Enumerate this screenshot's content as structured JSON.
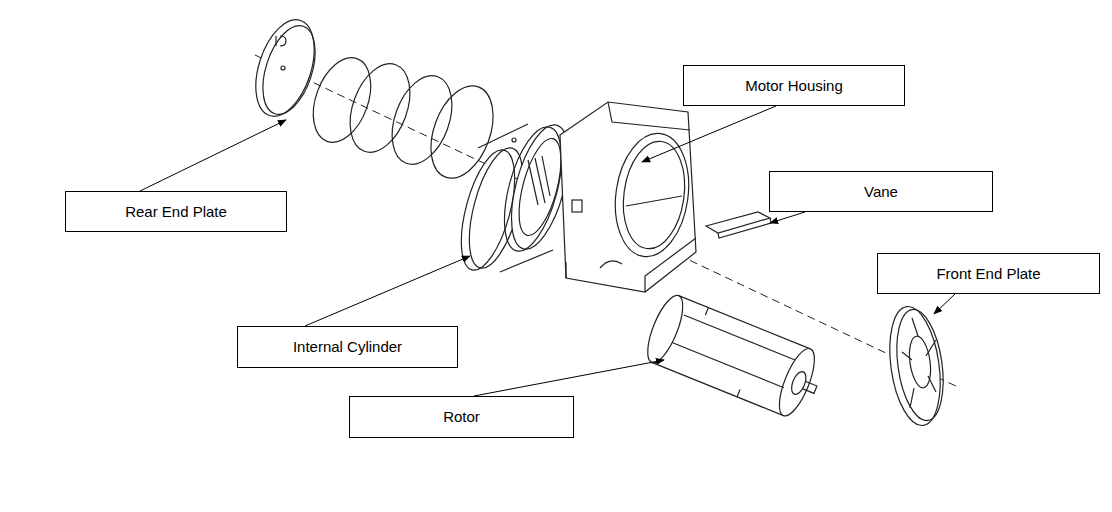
{
  "diagram": {
    "nodes": [
      {
        "text": [
          "Motor Housing"
        ]
      },
      {
        "text": [
          "Vane"
        ]
      },
      {
        "text": [
          "Rear End Plate"
        ]
      },
      {
        "text": [
          "Front End Plate"
        ]
      },
      {
        "text": [
          "Internal Cylinder"
        ]
      },
      {
        "text": [
          "Rotor"
        ]
      }
    ]
  }
}
